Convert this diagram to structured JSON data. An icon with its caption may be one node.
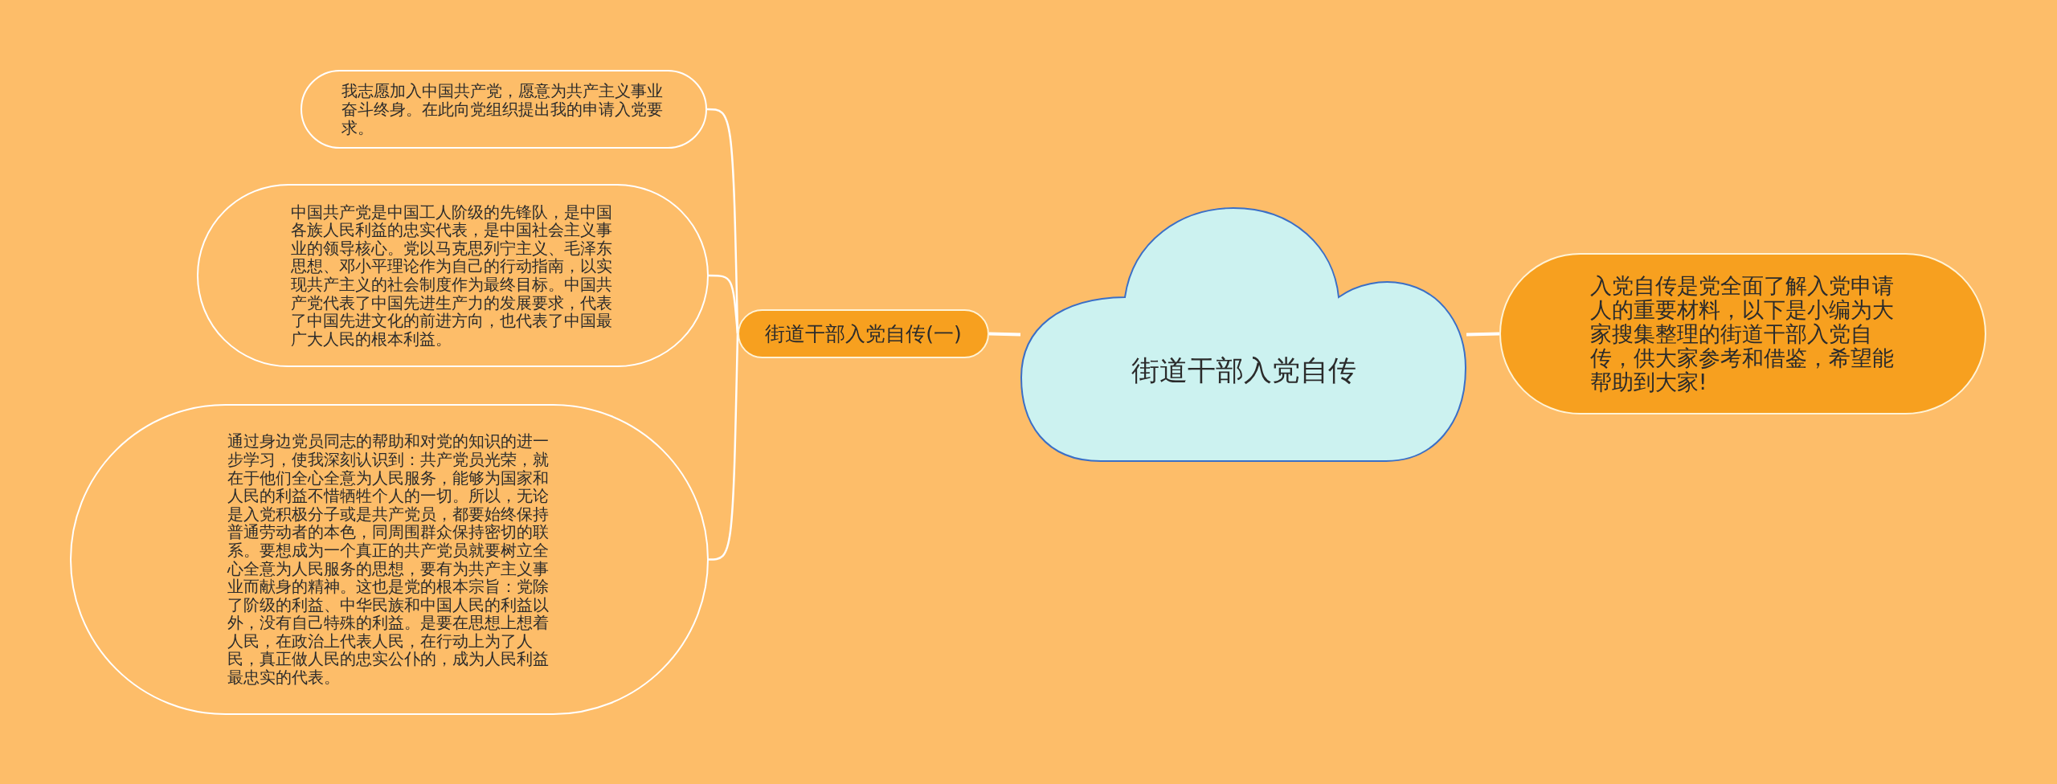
{
  "diagram": {
    "nodes": [
      {
        "text": [
          "街道干部入党自传"
        ]
      },
      {
        "text": [
          "入党自传是党全面了解入党申请人的重要材料，以下是小编为大家搜集整理的街道干部入党自传，供大家参考和借鉴，希望能帮助到大家!"
        ]
      },
      {
        "text": [
          "街道干部入党自传(一)"
        ]
      },
      {
        "text": [
          "我志愿加入中国共产党，愿意为共产主义事业奋斗终身。在此向党组织提出我的申请入党要求。"
        ]
      },
      {
        "text": [
          "中国共产党是中国工人阶级的先锋队，是中国各族人民利益的忠实代表，是中国社会主义事业的领导核心。党以马克思列宁主义、毛泽东思想、邓小平理论作为自己的行动指南，以实现共产主义的社会制度作为最终目标。中国共产党代表了中国先进生产力的发展要求，代表了中国先进文化的前进方向，也代表了中国最广大人民的根本利益。"
        ]
      },
      {
        "text": [
          "通过身边党员同志的帮助和对党的知识的进一步学习，使我深刻认识到：共产党员光荣，就在于他们全心全意为人民服务，能够为国家和人民的利益不惜牺牲个人的一切。所以，无论是入党积极分子或是共产党员，都要始终保持普通劳动者的本色，同周围群众保持密切的联系。要想成为一个真正的共产党员就要树立全心全意为人民服务的思想，要有为共产主义事业而献身的精神。这也是党的根本宗旨：党除了阶级的利益、中华民族和中国人民的利益以外，没有自己特殊的利益。是要在思想上想着人民，在政治上代表人民，在行动上为了人民，真正做人民的忠实公仆的，成为人民利益最忠实的代表。"
        ]
      }
    ],
    "edges": [
      {
        "from": 0,
        "to": 2,
        "arrow": "none"
      },
      {
        "from": 0,
        "to": 1,
        "arrow": "none"
      },
      {
        "from": 2,
        "to": 3,
        "arrow": "none"
      },
      {
        "from": 2,
        "to": 4,
        "arrow": "none"
      },
      {
        "from": 2,
        "to": 5,
        "arrow": "none"
      }
    ]
  }
}
